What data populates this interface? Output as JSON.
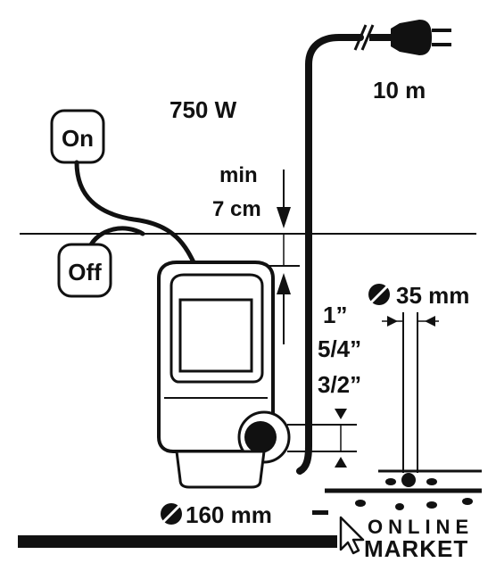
{
  "power": "750 W",
  "cable_length": "10 m",
  "switch": {
    "on_label": "On",
    "off_label": "Off"
  },
  "min_water": {
    "line1": "min",
    "line2": "7 cm"
  },
  "hose_sizes": [
    "1”",
    "5/4”",
    "3/2”"
  ],
  "particle_size": "35 mm",
  "base_diameter": "160 mm",
  "watermark": {
    "line1": "ONLINE",
    "line2": "MARKET"
  },
  "colors": {
    "ink": "#111111",
    "background": "#ffffff"
  },
  "icons": [
    "plug-icon",
    "diameter-symbol-icon",
    "cursor-arrow-icon"
  ]
}
